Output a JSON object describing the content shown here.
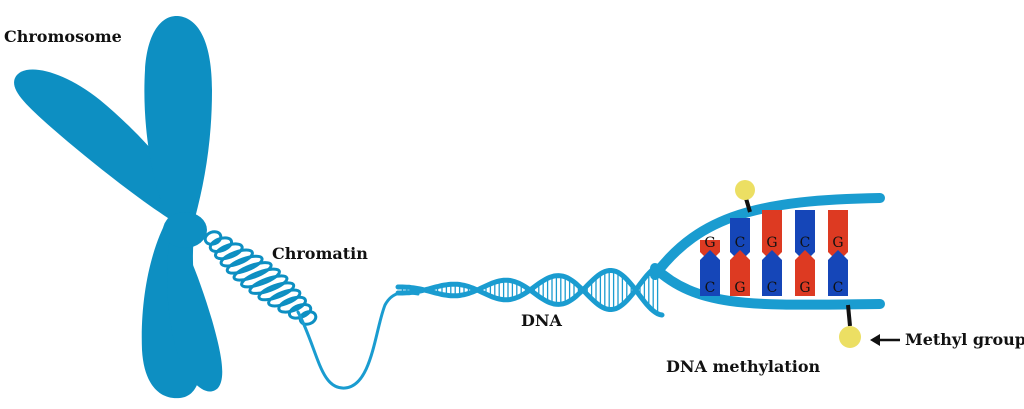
{
  "labels": {
    "chromosome": "Chromosome",
    "chromatin": "Chromatin",
    "dna": "DNA",
    "dna_methylation": "DNA methylation",
    "methyl_group": "Methyl group"
  },
  "bases_top": [
    "G",
    "C",
    "G",
    "C",
    "G"
  ],
  "bases_bottom": [
    "C",
    "G",
    "C",
    "G",
    "C"
  ],
  "colors": {
    "structure": "#0d8fc2",
    "strand": "#1a9cd0",
    "guanine": "#dd3a22",
    "cytosine": "#1546b8",
    "methyl": "#ecdf63",
    "text": "#111111"
  }
}
